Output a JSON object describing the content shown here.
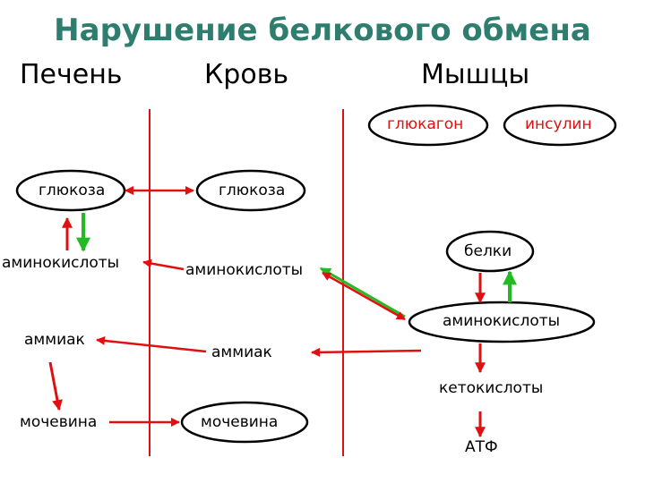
{
  "title": "Нарушение белкового обмена",
  "columns": {
    "liver": "Печень",
    "blood": "Кровь",
    "muscle": "Мышцы"
  },
  "nodes": {
    "glucagon": "глюкагон",
    "insulin": "инсулин",
    "glucose_liver": "глюкоза",
    "glucose_blood": "глюкоза",
    "amino_liver": "аминокислоты",
    "amino_blood": "аминокислоты",
    "proteins": "белки",
    "amino_muscle": "аминокислоты",
    "ammonia_liver": "аммиак",
    "ammonia_blood": "аммиак",
    "ketoacids": "кетокислоты",
    "urea_liver": "мочевина",
    "urea_blood": "мочевина",
    "atp": "АТФ"
  },
  "colors": {
    "title": "#2e7d6e",
    "red": "#e01010",
    "green": "#22bb22",
    "divider": "#e01010"
  }
}
